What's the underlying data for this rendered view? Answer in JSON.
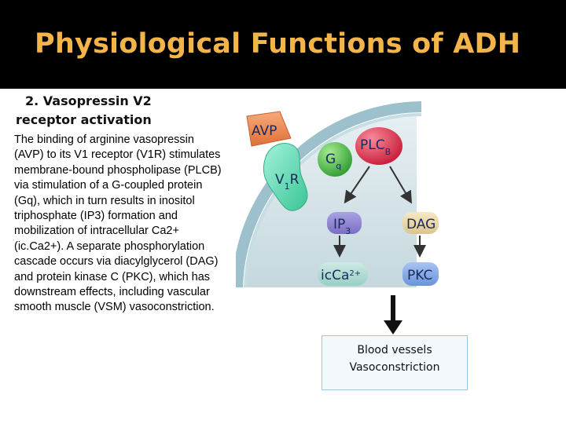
{
  "title": "Physiological Functions of ADH",
  "subheading": "2. Vasopressin V2 receptor activation",
  "body": "The binding of arginine vasopressin (AVP) to its V1 receptor (V1R) stimulates membrane-bound phospholipase (PLCB) via stimulation of a G-coupled protein (Gq), which in turn results in inositol triphosphate (IP3) formation and mobilization of intracellular Ca2+ (ic.Ca2+). A separate phosphorylation cascade occurs via diacylglycerol (DAG) and protein kinase C (PKC), which has downstream effects, including vascular smooth muscle (VSM) vasoconstriction.",
  "diagram": {
    "avp": "AVP",
    "receptor": {
      "main": "V",
      "sub": "1",
      "tail": "R"
    },
    "gq": {
      "main": "G",
      "sub": "q"
    },
    "plc": {
      "main": "PLC",
      "sub": "B"
    },
    "ip3": {
      "main": "IP",
      "sub": "3"
    },
    "dag": "DAG",
    "calcium": {
      "main": "icCa",
      "sup": "2+"
    },
    "pkc": "PKC"
  },
  "result": {
    "line1": "Blood vessels",
    "line2": "Vasoconstriction"
  },
  "colors": {
    "title": "#f3b54a",
    "avp": "#f08c52",
    "receptor": "#6fe0bc",
    "gq": "#4cc24a",
    "plc": "#e0304a",
    "second_messenger": "#8a7fd0",
    "dag": "#ead7a4",
    "pkc": "#7fa6e4"
  }
}
